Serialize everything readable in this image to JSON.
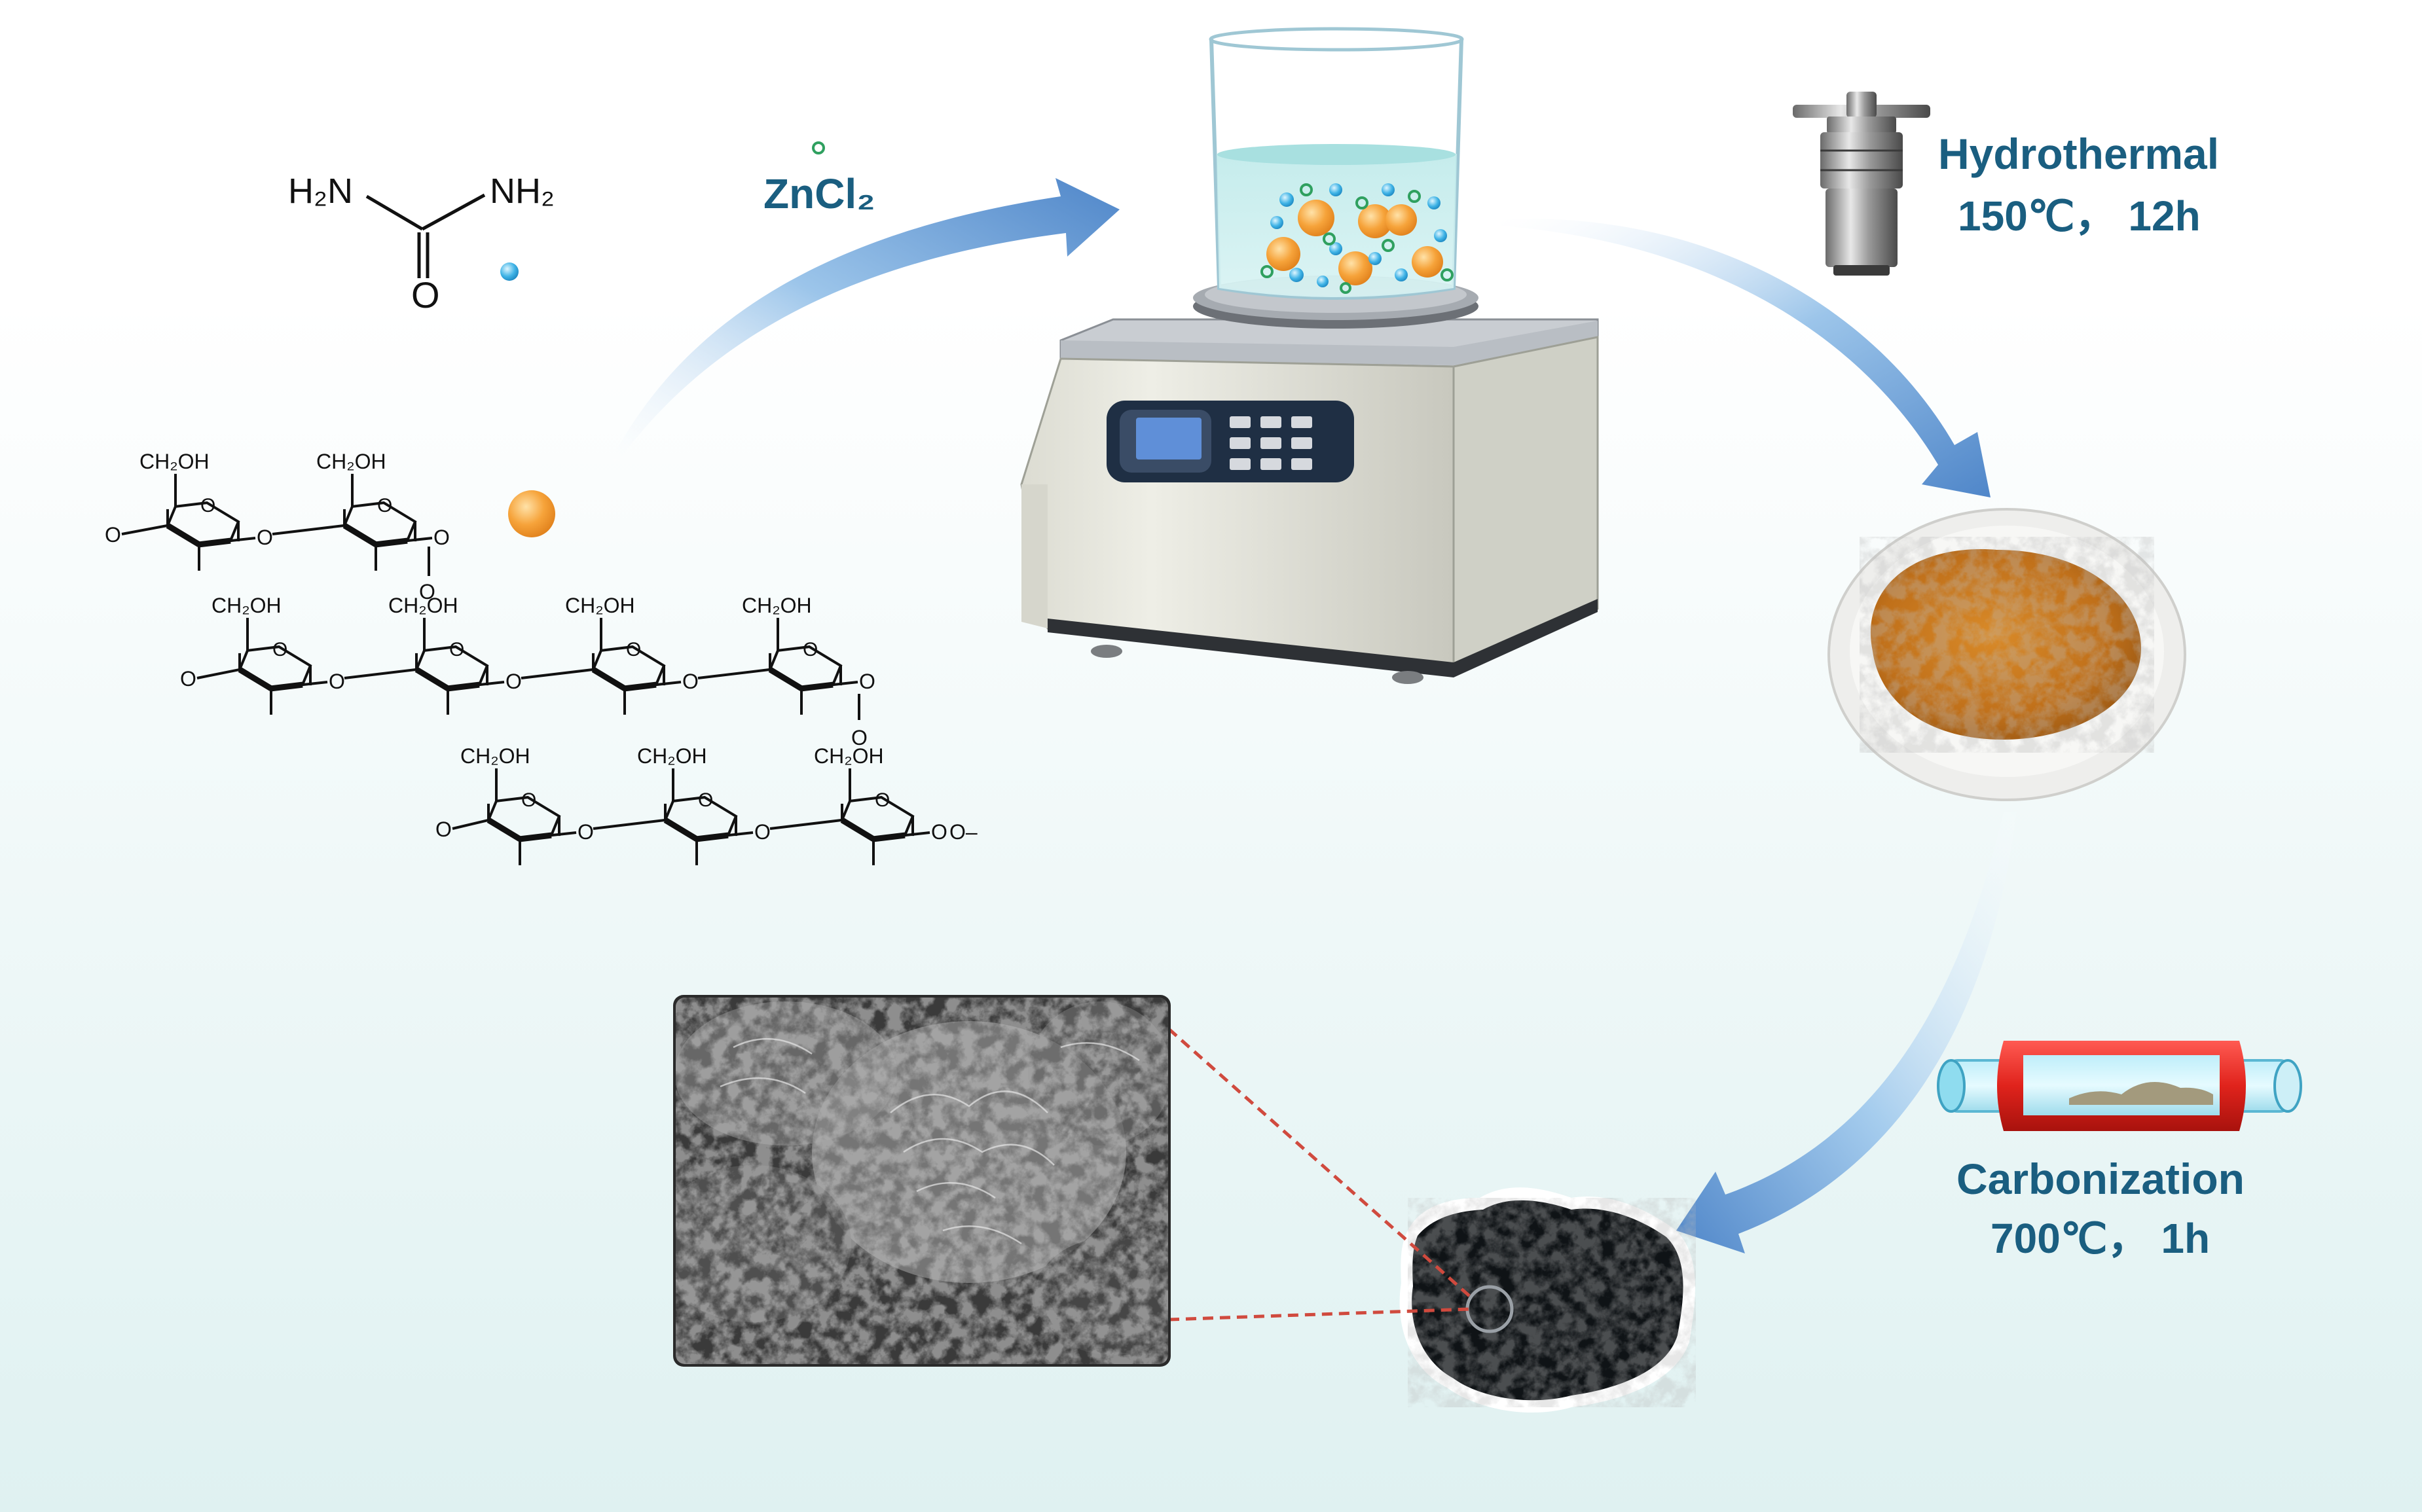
{
  "urea": {
    "h2n": "H₂N",
    "nh2": "NH₂",
    "o": "O"
  },
  "reagent": {
    "label": "ZnCl₂"
  },
  "hydrothermal": {
    "title": "Hydrothermal",
    "condition": "150℃， 12h"
  },
  "carbonization": {
    "title": "Carbonization",
    "condition": "700℃， 1h"
  },
  "starch": {
    "ch2oh": "CH₂OH",
    "o": "O",
    "o_end": "O–"
  },
  "colors": {
    "label": "#1a5e80",
    "arrow": "#5b93cf",
    "powder_orange": "#c77a1e",
    "powder_black": "#0f1316",
    "dashed_line": "#d04a3e"
  }
}
